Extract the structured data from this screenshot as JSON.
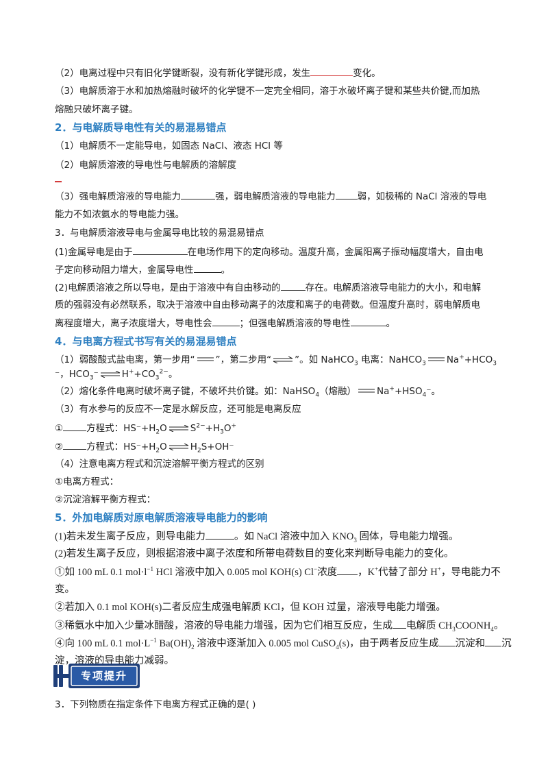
{
  "p1": {
    "l1_pre": "（2）电离过程中只有旧化学键断裂，没有新化学键形成，发生",
    "l1_post": "变化。",
    "l2": "（3）电解质溶于水和加热熔融时破坏的化学键不一定完全相同，溶于水破坏离子键和某些共价键,而加热",
    "l3": "熔融只破坏离子键。"
  },
  "s2": {
    "heading": "2．与电解质导电性有关的易混易错点",
    "l1": "（1）电解质不一定能导电，如固态 NaCl、液态 HCl 等",
    "l2": "（2）电解质溶液的导电性与电解质的溶解度",
    "l3_a": "（3）强电解质溶液的导电能力",
    "l3_b": "强，弱电解质溶液的导电能力",
    "l3_c": "弱，如极稀的 NaCl 溶液的导电",
    "l4": "能力不如浓氨水的导电能力强。"
  },
  "s3": {
    "heading": "3．与电解质溶液导电与金属导电比较的易混易错点",
    "l1_a": "(1)金属导电是由于",
    "l1_b": "在电场作用下的定向移动。温度升高，金属阳离子振动幅度增大，自由电",
    "l2_a": "子定向移动阻力增大，金属导电性",
    "l2_b": "。",
    "l3_a": "(2)电解质溶液之所以导电，是由于溶液中有自由移动的",
    "l3_b": "存在。电解质溶液导电能力的大小，和电解",
    "l4": "质的强弱没有必然联系，取决于溶液中自由移动离子的浓度和离子的电荷数。但温度升高时，弱电解质电",
    "l5_a": "离程度增大，离子浓度增大，导电性会",
    "l5_b": "；但强电解质溶液的导电性",
    "l5_c": "。"
  },
  "s4": {
    "heading": "4．与电离方程式书写有关的易混易错点",
    "l1_a": "（1）弱酸酸式盐电离，第一步用“",
    "l1_b": "”，第二步用“",
    "l1_c": "”。如 NaHCO",
    "l1_d": "3",
    "l1_e": " 电离：NaHCO",
    "l1_f": "3",
    "l1_g": "Na",
    "l1_h": "+",
    "l1_i": "+HCO",
    "l1_j": "3",
    "l2_a": "⁻，HCO",
    "l2_b": "3",
    "l2_c": "⁻",
    "l2_d": "H",
    "l2_e": "+",
    "l2_f": "+CO",
    "l2_g": "3",
    "l2_h": "2−",
    "l2_i": "。",
    "l3_a": "（2）熔化条件电离时破坏离子键，不破坏共价键。如：NaHSO",
    "l3_b": "4",
    "l3_c": "（熔融）",
    "l3_d": "Na",
    "l3_e": "+",
    "l3_f": "+HSO",
    "l3_g": "4",
    "l3_h": "⁻。",
    "l4": "（3）有水参与的反应不一定是水解反应，还可能是电离反应",
    "l5_a": "①",
    "l5_b": "方程式：HS⁻+H",
    "l5_c": "2",
    "l5_d": "O",
    "l5_e": "S",
    "l5_f": "2−",
    "l5_g": "+H",
    "l5_h": "3",
    "l5_i": "O",
    "l5_j": "+",
    "l6_a": "②",
    "l6_b": "方程式：HS⁻+H",
    "l6_c": "2",
    "l6_d": "O",
    "l6_e": "H",
    "l6_f": "2",
    "l6_g": "S+OH⁻",
    "l7": "（4）注意电离方程式和沉淀溶解平衡方程式的区别",
    "l8": "①电离方程式：",
    "l9": "②沉淀溶解平衡方程式："
  },
  "s5": {
    "heading": "5．外加电解质对原电解质溶液导电能力的影响",
    "l1_a": "(1)若未发生离子反应，则导电能力",
    "l1_b": "。如 NaCl 溶液中加入 KNO",
    "l1_c": "3",
    "l1_d": " 固体，导电能力增强。",
    "l2": "(2)若发生离子反应，则根据溶液中离子浓度和所带电荷数目的变化来判断导电能力的变化。",
    "l3_a": "①如 100 mL 0.1 mol·l",
    "l3_b": "−1",
    "l3_c": "  HCl 溶液中加入 0.005 mol KOH(s) Cl",
    "l3_d": "−",
    "l3_e": "浓度",
    "l3_f": "，K",
    "l3_g": "+",
    "l3_h": "代替了部分 H",
    "l3_i": "+",
    "l3_j": "，导电能力不",
    "l4": "变。",
    "l5": "②若加入 0.1 mol KOH(s)二者反应生成强电解质 KCl，但 KOH 过量，溶液导电能力增强。",
    "l6_a": "③稀氨水中加入少量冰醋酸，溶液的导电能力增强，因为它们相互反应，生成",
    "l6_b": "电解质 CH",
    "l6_c": "3",
    "l6_d": "COONH",
    "l6_e": "4",
    "l6_f": "。",
    "l7_a": "④向 100 mL 0.1 mol·L",
    "l7_b": "−1",
    "l7_c": "  Ba(OH)",
    "l7_d": "2",
    "l7_e": " 溶液中逐渐加入 0.005 mol CuSO",
    "l7_f": "4",
    "l7_g": "(s)，由于两者反应生成",
    "l7_h": "沉淀和",
    "l7_i": "沉",
    "l8": "淀，溶液的导电能力减弱。"
  },
  "banner": {
    "label": "专项提升",
    "accent": "#2a5aa6"
  },
  "q3": {
    "text": "3．下列物质在指定条件下电离方程式正确的是(      )"
  }
}
